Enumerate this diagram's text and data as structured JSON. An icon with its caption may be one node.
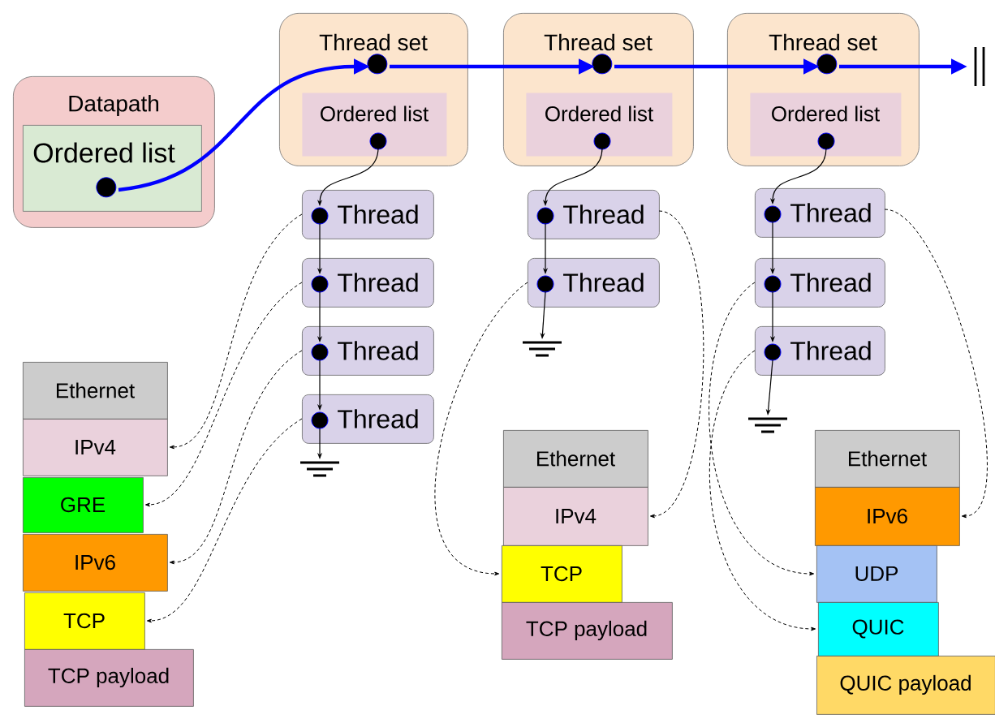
{
  "diagram": {
    "nodes": [
      {
        "text": [
          "Datapath"
        ]
      },
      {
        "text": [
          "Ordered list"
        ],
        "in": 0
      },
      {
        "text": [
          "Thread set"
        ]
      },
      {
        "text": [
          "Ordered list"
        ],
        "in": 2
      },
      {
        "text": [
          "Thread set"
        ]
      },
      {
        "text": [
          "Ordered list"
        ],
        "in": 4
      },
      {
        "text": [
          "Thread set"
        ]
      },
      {
        "text": [
          "Ordered list"
        ],
        "in": 6
      },
      {
        "text": [
          "Thread"
        ]
      },
      {
        "text": [
          "Thread"
        ]
      },
      {
        "text": [
          "Thread"
        ]
      },
      {
        "text": [
          "Thread"
        ]
      },
      {
        "text": [
          "Thread"
        ]
      },
      {
        "text": [
          "Thread"
        ]
      },
      {
        "text": [
          "Thread"
        ]
      },
      {
        "text": [
          "Thread"
        ]
      },
      {
        "text": [
          "Thread"
        ]
      },
      {
        "text": [
          "Ethernet"
        ]
      },
      {
        "text": [
          "IPv4"
        ]
      },
      {
        "text": [
          "GRE"
        ]
      },
      {
        "text": [
          "IPv6"
        ]
      },
      {
        "text": [
          "TCP"
        ]
      },
      {
        "text": [
          "TCP payload"
        ]
      },
      {
        "text": [
          "Ethernet"
        ]
      },
      {
        "text": [
          "IPv4"
        ]
      },
      {
        "text": [
          "TCP"
        ]
      },
      {
        "text": [
          "TCP payload"
        ]
      },
      {
        "text": [
          "Ethernet"
        ]
      },
      {
        "text": [
          "IPv6"
        ]
      },
      {
        "text": [
          "UDP"
        ]
      },
      {
        "text": [
          "QUIC"
        ]
      },
      {
        "text": [
          "QUIC payload"
        ]
      },
      {
        "text": [],
        "shape": "ground"
      },
      {
        "text": [],
        "shape": "ground"
      },
      {
        "text": [],
        "shape": "ground"
      },
      {
        "text": [],
        "shape": "bar"
      },
      {
        "text": [],
        "shape": "circle",
        "in": 1
      },
      {
        "text": [],
        "shape": "circle",
        "in": 2
      },
      {
        "text": [],
        "shape": "circle",
        "in": 4
      },
      {
        "text": [],
        "shape": "circle",
        "in": 6
      }
    ],
    "edges": [
      {
        "from": 36,
        "to": 37,
        "arrow": "to",
        "style": "thick",
        "color": "#0000ff"
      },
      {
        "from": 37,
        "to": 38,
        "arrow": "to",
        "style": "thick",
        "color": "#0000ff"
      },
      {
        "from": 38,
        "to": 39,
        "arrow": "to",
        "style": "thick",
        "color": "#0000ff"
      },
      {
        "from": 39,
        "to": 35,
        "arrow": "to",
        "style": "thick",
        "color": "#0000ff"
      },
      {
        "from": 3,
        "to": 8,
        "arrow": "to"
      },
      {
        "from": 8,
        "to": 9,
        "arrow": "to"
      },
      {
        "from": 9,
        "to": 10,
        "arrow": "to"
      },
      {
        "from": 10,
        "to": 11,
        "arrow": "to"
      },
      {
        "from": 11,
        "to": 32,
        "arrow": "to"
      },
      {
        "from": 5,
        "to": 12,
        "arrow": "to"
      },
      {
        "from": 12,
        "to": 13,
        "arrow": "to"
      },
      {
        "from": 13,
        "to": 33,
        "arrow": "to"
      },
      {
        "from": 7,
        "to": 14,
        "arrow": "to"
      },
      {
        "from": 14,
        "to": 15,
        "arrow": "to"
      },
      {
        "from": 15,
        "to": 16,
        "arrow": "to"
      },
      {
        "from": 16,
        "to": 34,
        "arrow": "to"
      },
      {
        "from": 8,
        "to": 18,
        "arrow": "to",
        "style": "dashed"
      },
      {
        "from": 9,
        "to": 19,
        "arrow": "to",
        "style": "dashed"
      },
      {
        "from": 10,
        "to": 20,
        "arrow": "to",
        "style": "dashed"
      },
      {
        "from": 11,
        "to": 21,
        "arrow": "to",
        "style": "dashed"
      },
      {
        "from": 12,
        "to": 24,
        "arrow": "to",
        "style": "dashed"
      },
      {
        "from": 13,
        "to": 25,
        "arrow": "to",
        "style": "dashed"
      },
      {
        "from": 14,
        "to": 28,
        "arrow": "to",
        "style": "dashed"
      },
      {
        "from": 15,
        "to": 29,
        "arrow": "to",
        "style": "dashed"
      },
      {
        "from": 16,
        "to": 30,
        "arrow": "to",
        "style": "dashed"
      }
    ]
  }
}
